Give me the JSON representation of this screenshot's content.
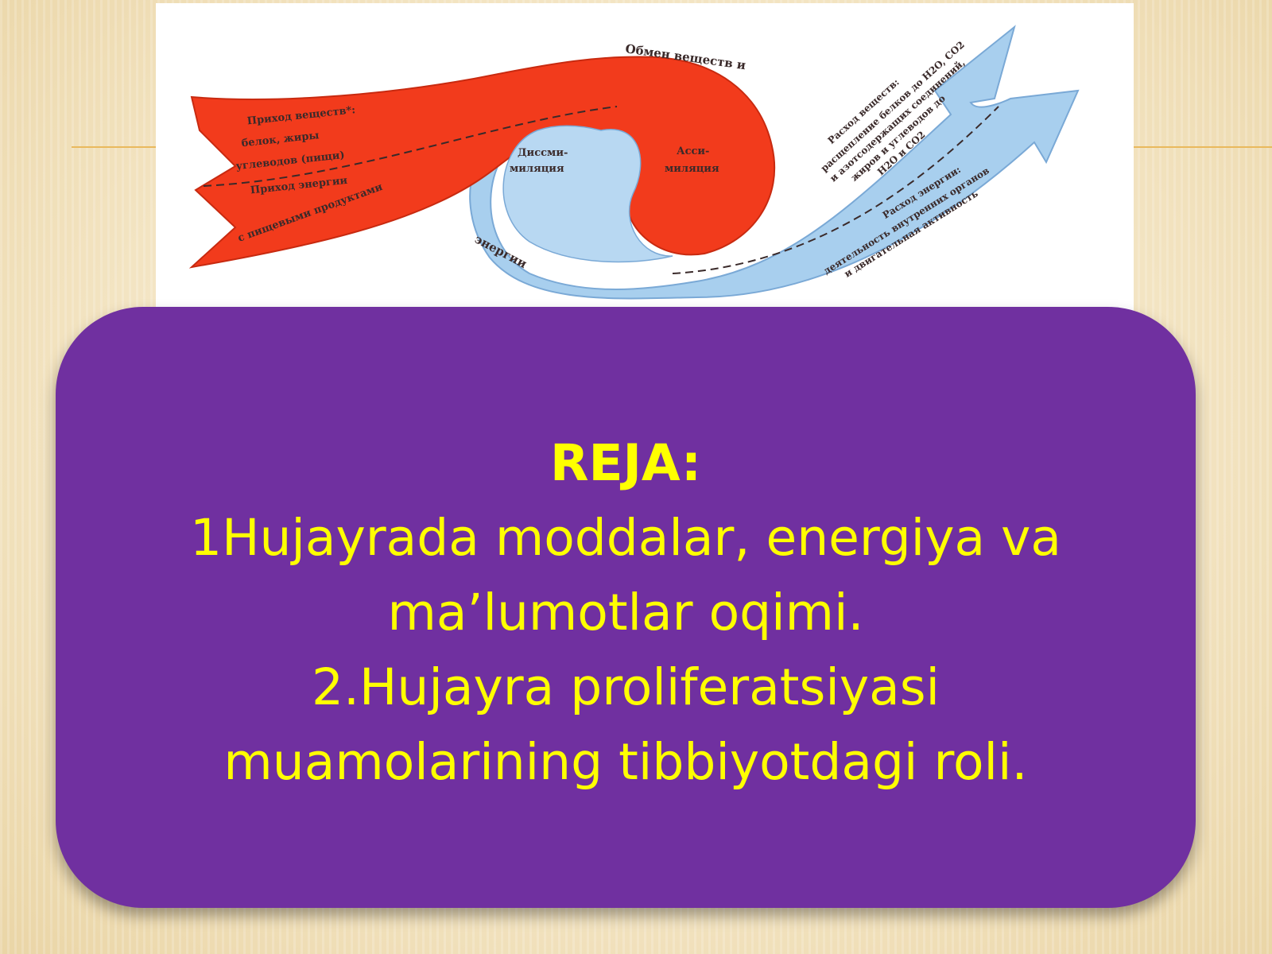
{
  "figure": {
    "arc_top": "Обмен веществ и",
    "arc_bottom": "энергии",
    "left_lines": [
      "Приход веществ*:",
      "белок, жиры",
      "углеводов (пищи)",
      "Приход энергии",
      "с пищевыми продуктами"
    ],
    "dissimilation": [
      "Диссми-",
      "миляция"
    ],
    "assimilation": [
      "Асси-",
      "миляция"
    ],
    "right_upper_lines": [
      "Расход веществ:",
      "расщепление белков до H2O, CO2",
      "и азотсодержащих соединений,",
      "жиров и углеводов до",
      "H2O и CO2"
    ],
    "right_lower_lines": [
      "Расход энергии:",
      "деятельность внутренних органов",
      "и двигательная активность"
    ],
    "colors": {
      "red_band": "#f23b1c",
      "blue_band": "#a8cfee"
    }
  },
  "panel": {
    "heading": "REJA:",
    "line1": "1Hujayrada  moddalar, energiya va",
    "line2": "ma’lumotlar oqimi.",
    "line3": "2.Hujayra proliferatsiyasi",
    "line4": "muamolarining tibbiyotdagi roli.",
    "colors": {
      "background": "#7030a0",
      "text": "#ffff00"
    }
  }
}
